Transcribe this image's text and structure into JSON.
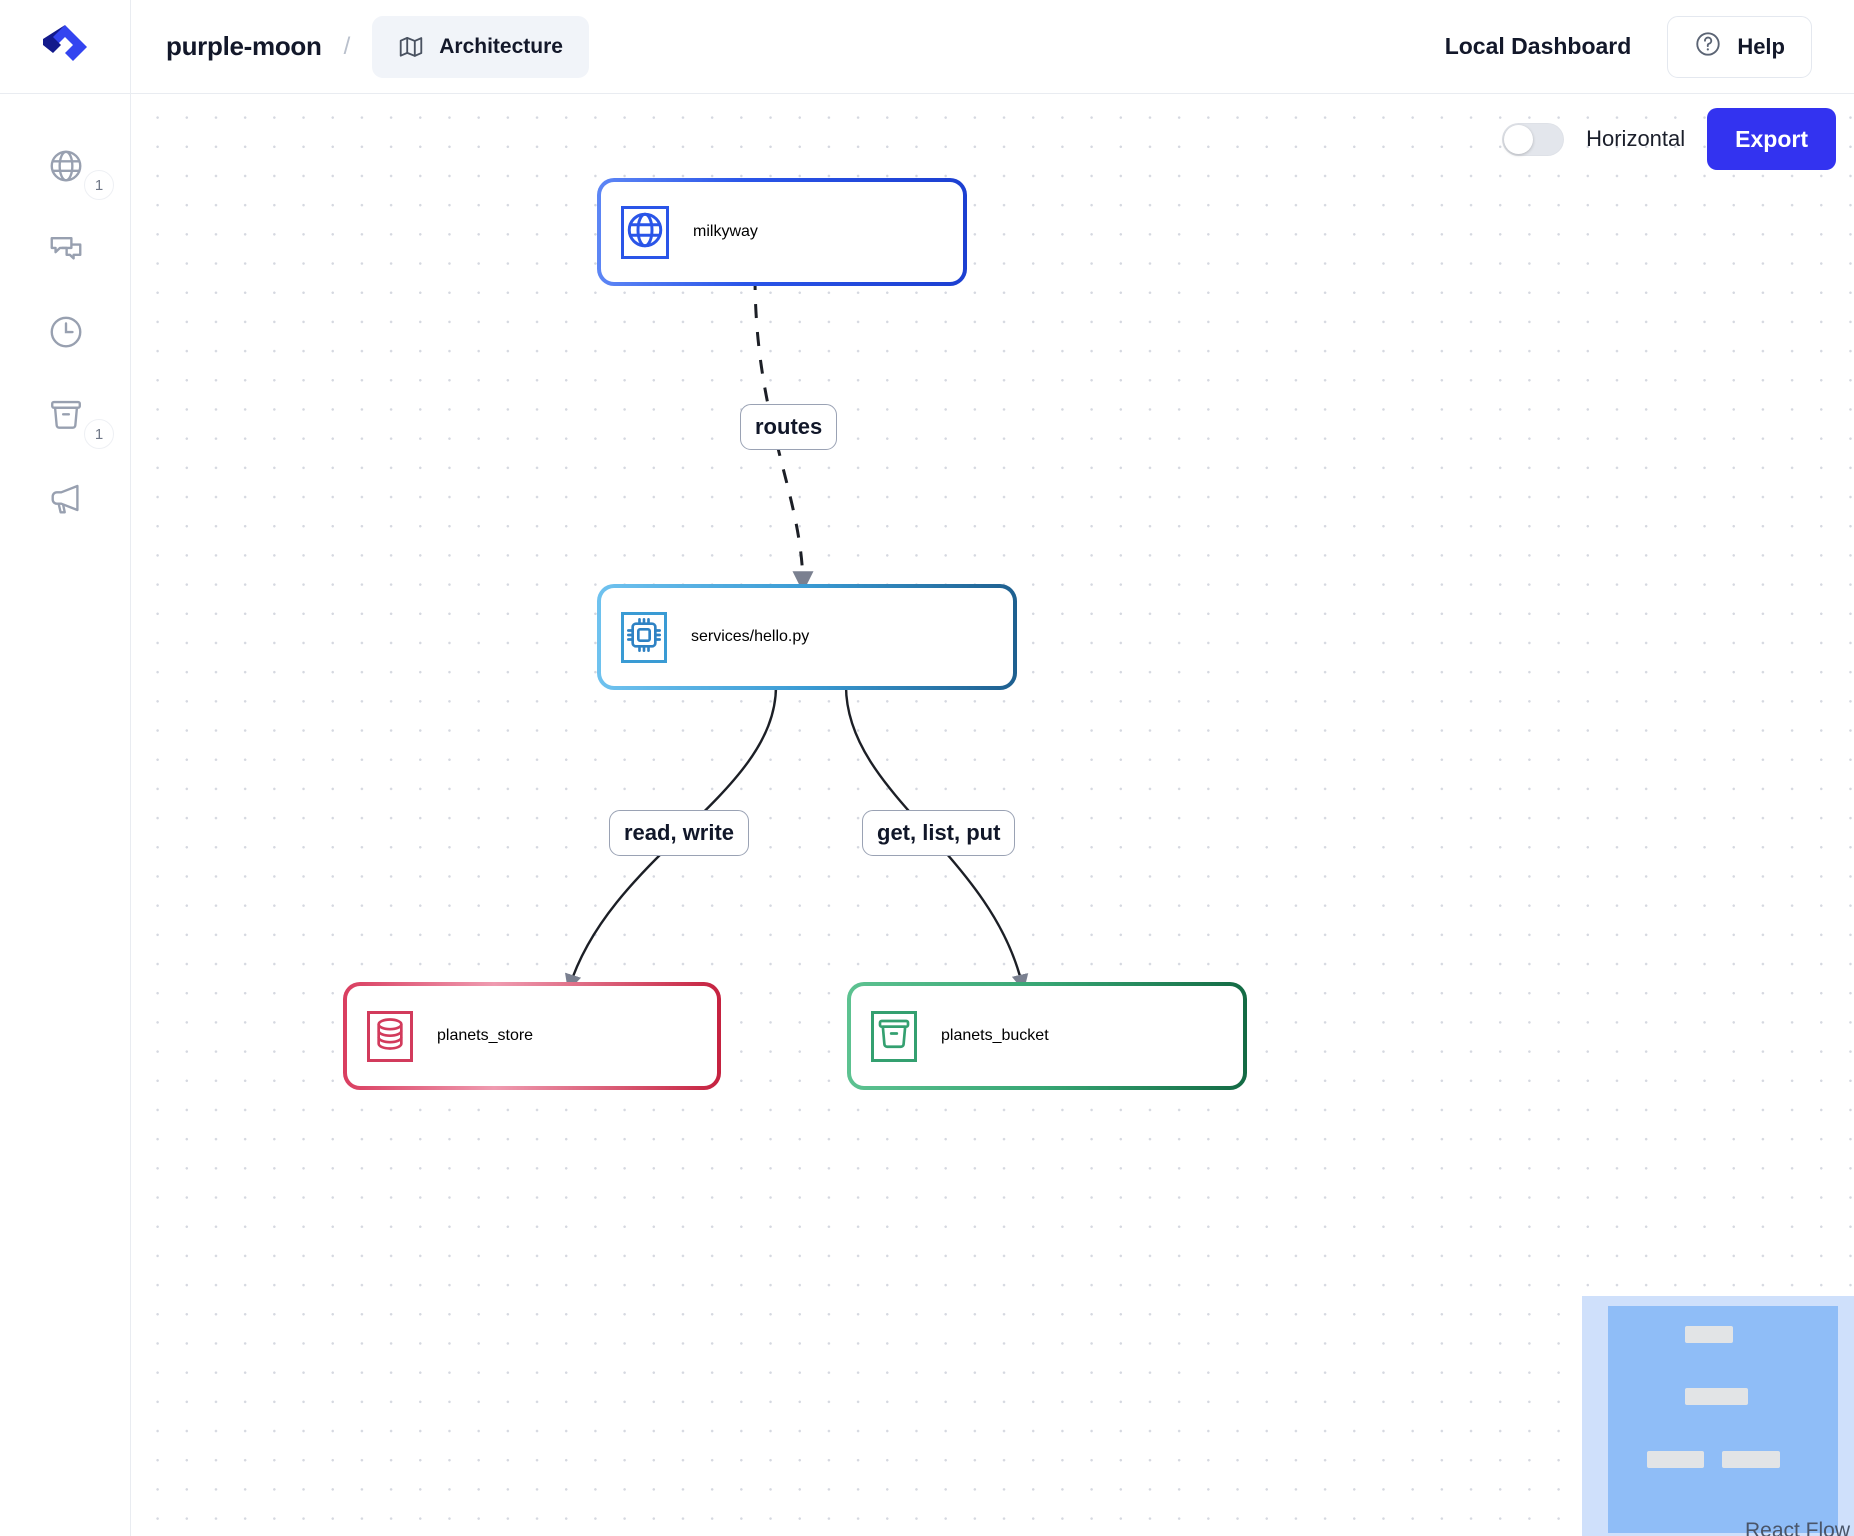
{
  "header": {
    "logo_icon": "app-logo-chevron",
    "brand": "purple-moon",
    "separator": "/",
    "tab": {
      "label": "Architecture",
      "icon": "map-icon"
    },
    "dashboard_label": "Local Dashboard",
    "help": {
      "label": "Help",
      "icon": "question-circle-icon"
    }
  },
  "sidebar": {
    "items": [
      {
        "icon": "globe-icon",
        "badge": "1"
      },
      {
        "icon": "chat-bubbles-icon",
        "badge": ""
      },
      {
        "icon": "clock-icon",
        "badge": ""
      },
      {
        "icon": "bucket-icon",
        "badge": "1"
      },
      {
        "icon": "megaphone-icon",
        "badge": ""
      }
    ]
  },
  "panel": {
    "toggle": {
      "label": "Horizontal",
      "state": "off"
    },
    "export_label": "Export"
  },
  "graph": {
    "nodes": [
      {
        "id": "milkyway",
        "label": "milkyway",
        "icon": "globe-icon",
        "color": "#2a55e8"
      },
      {
        "id": "hello",
        "label": "services/hello.py",
        "icon": "cpu-chip-icon",
        "color": "#2f82c4"
      },
      {
        "id": "store",
        "label": "planets_store",
        "icon": "database-icon",
        "color": "#d23b5c"
      },
      {
        "id": "bucket",
        "label": "planets_bucket",
        "icon": "bucket-icon",
        "color": "#34a070"
      }
    ],
    "edges": [
      {
        "from": "milkyway",
        "to": "hello",
        "label": "routes",
        "style": "dashed"
      },
      {
        "from": "hello",
        "to": "store",
        "label": "read, write",
        "style": "solid"
      },
      {
        "from": "hello",
        "to": "bucket",
        "label": "get, list, put",
        "style": "solid"
      }
    ]
  },
  "minimap": {
    "attribution": "React Flow",
    "viewport_color": "#8fbdf7",
    "background_color": "#cfe0fb",
    "node_color": "#e2e4e6"
  },
  "colors": {
    "accent": "#3333f0",
    "text": "#111729",
    "muted": "#6f7787",
    "border": "#e9ecf1"
  }
}
